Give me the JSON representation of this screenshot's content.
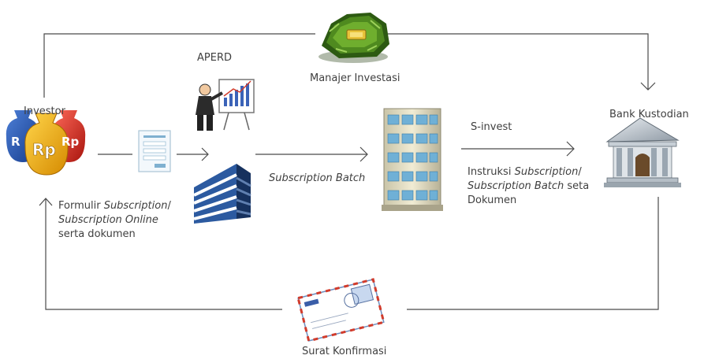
{
  "labels": {
    "investor": "Investor",
    "aperd": "APERD",
    "manajer": "Manajer Investasi",
    "bank": "Bank Kustodian",
    "sinvest": "S-invest",
    "batch": "Subscription Batch",
    "surat": "Surat Konfirmasi",
    "formulir": {
      "l1a": "Formulir ",
      "l1b": "Subscription",
      "l1c": "/",
      "l2": "Subscription Online",
      "l3": "serta dokumen"
    },
    "instruksi": {
      "l1a": "Instruksi ",
      "l1b": "Subscription",
      "l1c": "/",
      "l2a": "Subscription Batch",
      "l2b": " seta",
      "l3": "Dokumen"
    },
    "bag_symbol": "Rp",
    "bag_symbol_left": "R"
  },
  "icons": {
    "investor": "money-bags-icon",
    "form": "form-document-icon",
    "presenter": "presenter-icon",
    "office": "office-building-icon",
    "tower": "tower-building-icon",
    "bank": "bank-icon",
    "envelope": "envelope-icon",
    "cash": "cash-bundle-icon"
  }
}
